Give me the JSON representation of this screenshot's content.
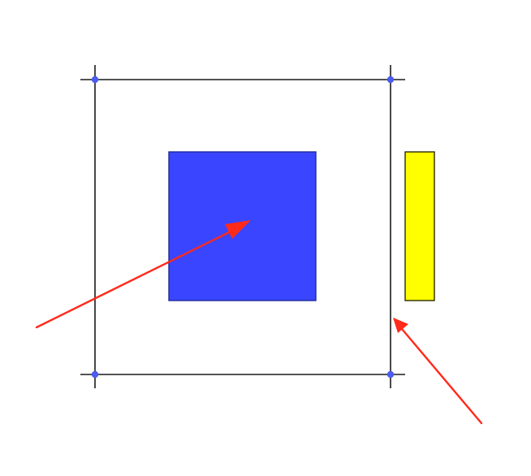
{
  "colors": {
    "background": "#ffffff",
    "frame_line": "#1a1a1a",
    "node_dot": "#4b5cf0",
    "blue_square_fill": "#3a45ff",
    "blue_square_stroke": "#1f2a99",
    "yellow_bar_fill": "#ffff00",
    "yellow_bar_stroke": "#2a2a00",
    "arrow": "#ff2a1a"
  },
  "diagram": {
    "frame_corner_nodes": 4,
    "elements": [
      "frame",
      "blue-square",
      "yellow-bar",
      "arrow-to-square",
      "arrow-to-frame-edge"
    ]
  }
}
